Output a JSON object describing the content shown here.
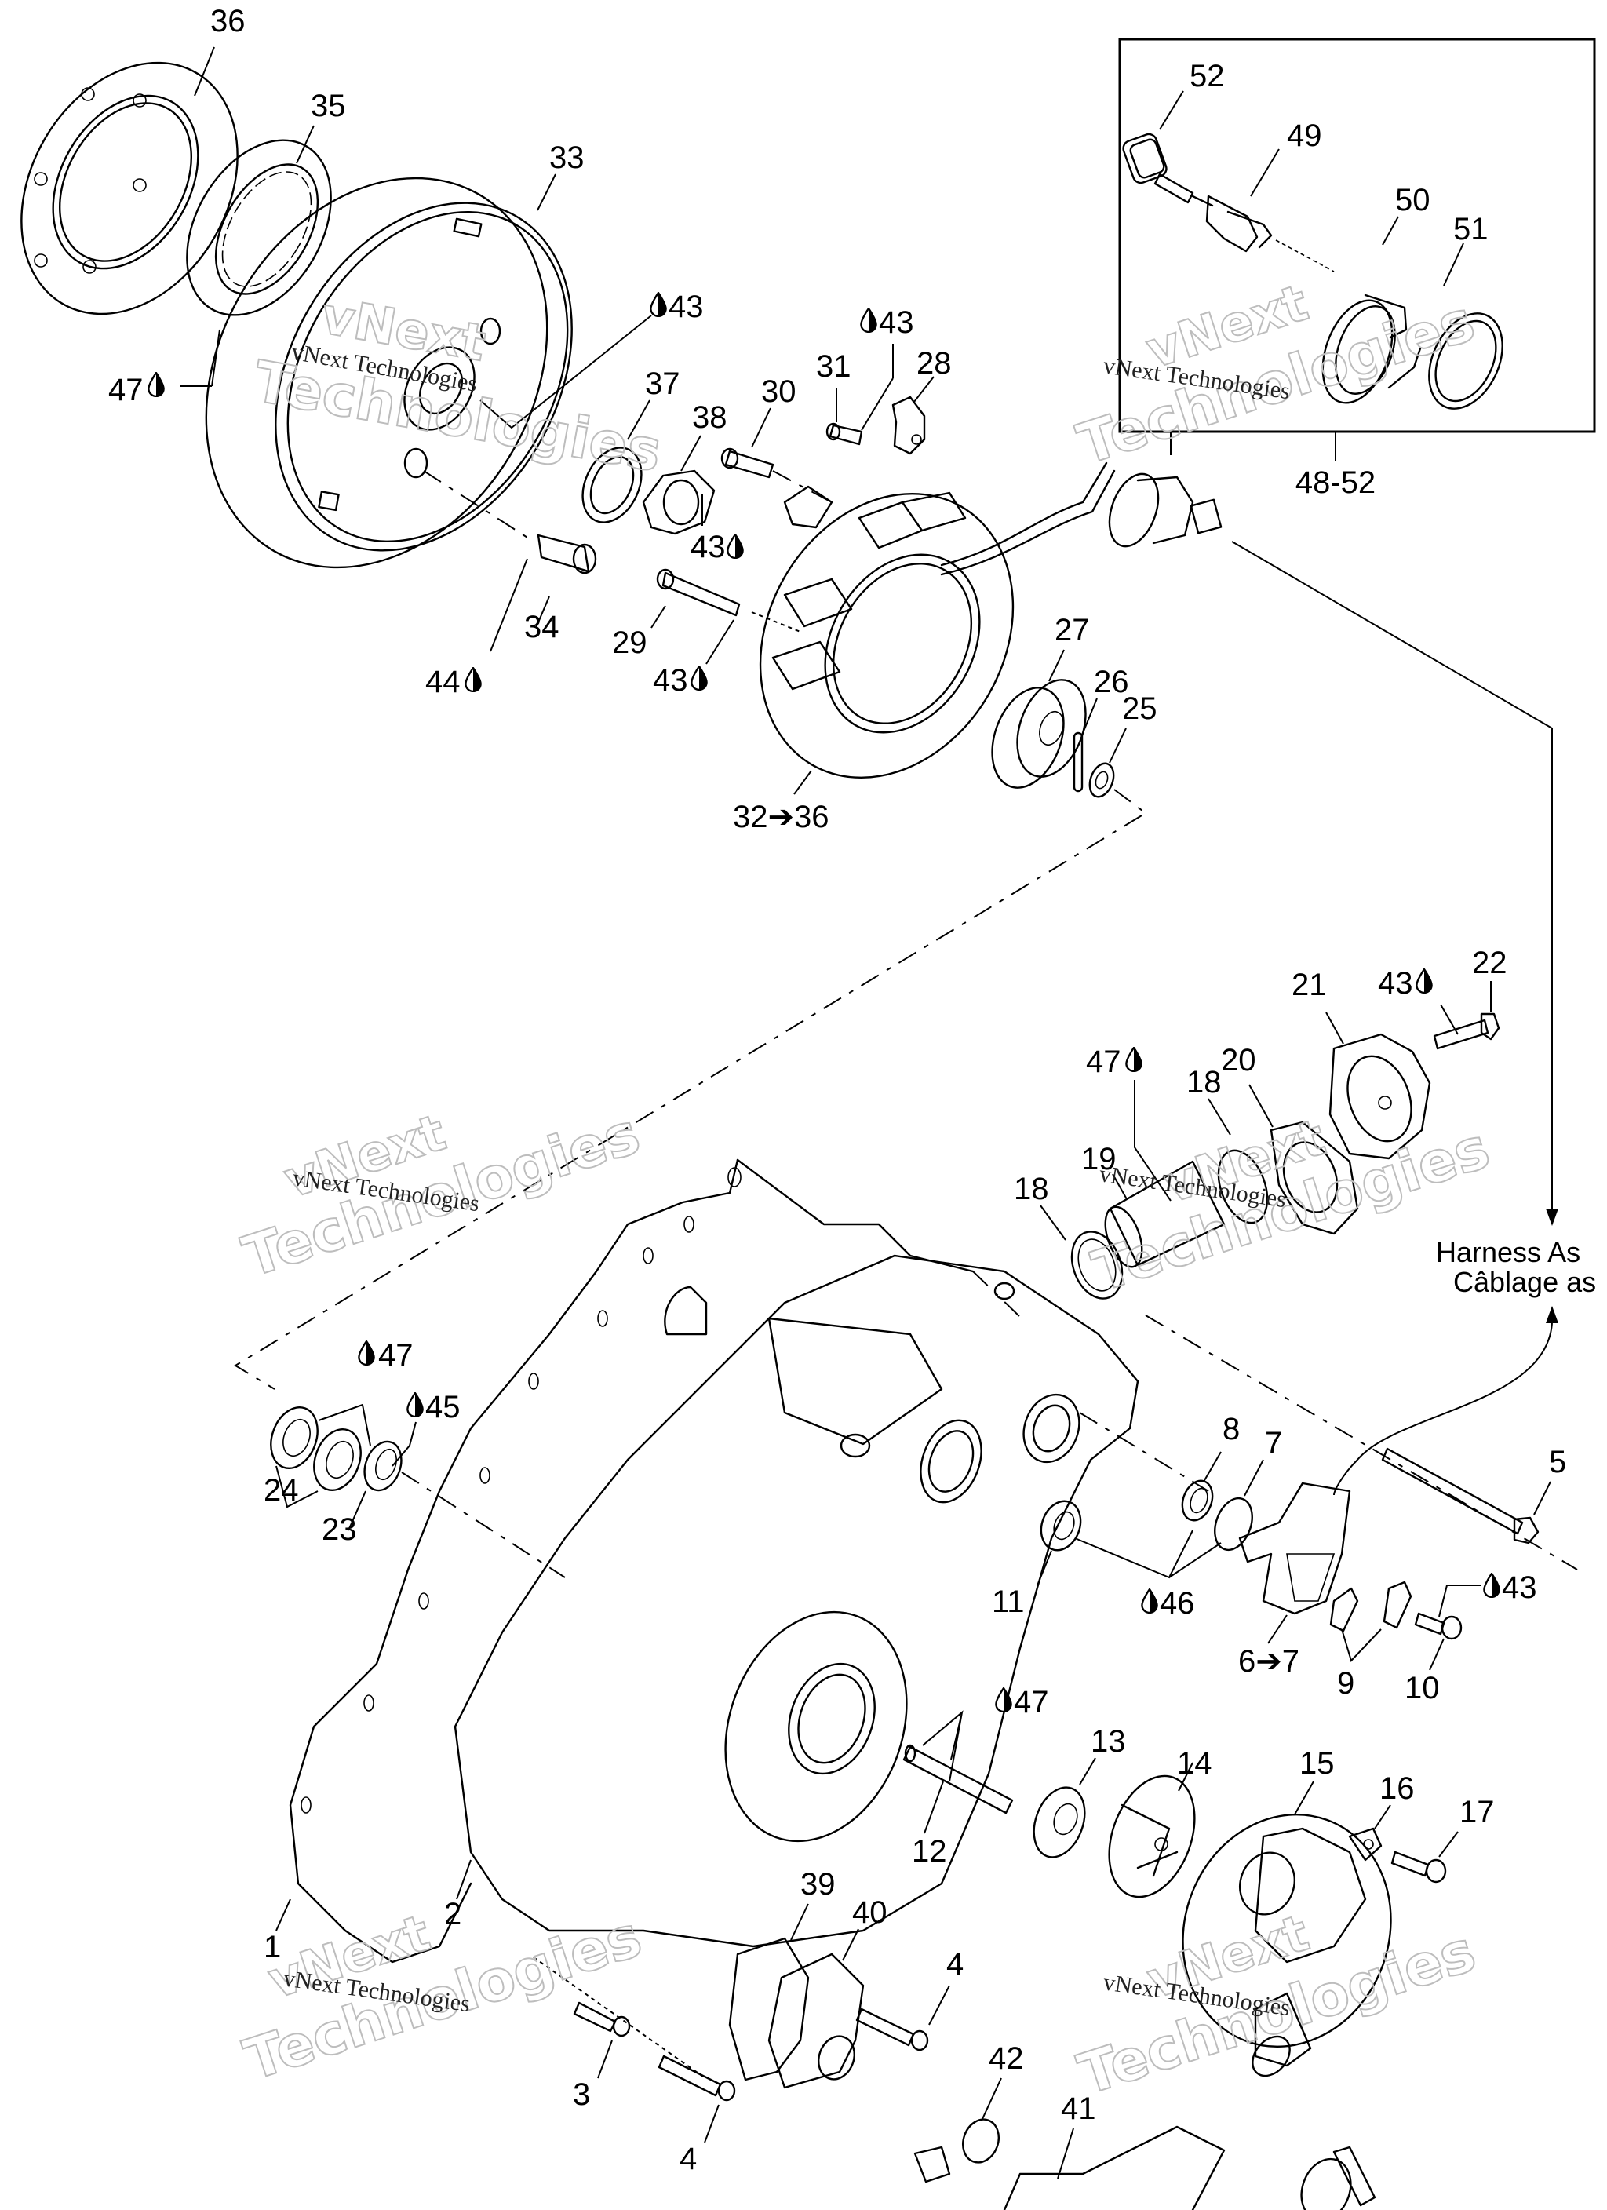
{
  "diagram": {
    "type": "exploded-parts-diagram",
    "subject": "Magneto / stator cover and water pump",
    "watermark": {
      "serif_text": "vNext Technologies",
      "outline_line1": "vNext",
      "outline_line2": "Technologies"
    },
    "callout_box": {
      "group_label": "48-52"
    },
    "harness_note": {
      "line1": "Harness As",
      "line2": "Câblage as"
    },
    "lubricant_icon": "oil-drop-icon",
    "labels": {
      "p1": "1",
      "p2": "2",
      "p3": "3",
      "p4a": "4",
      "p4b": "4",
      "p5": "5",
      "p6_7": "6➔7",
      "p7": "7",
      "p8": "8",
      "p9": "9",
      "p10": "10",
      "p11": "11",
      "p12": "12",
      "p13": "13",
      "p14": "14",
      "p15": "15",
      "p16": "16",
      "p17": "17",
      "p18a": "18",
      "p18b": "18",
      "p19": "19",
      "p20": "20",
      "p21": "21",
      "p22": "22",
      "p23": "23",
      "p24": "24",
      "p25": "25",
      "p26": "26",
      "p27": "27",
      "p28": "28",
      "p29": "29",
      "p30": "30",
      "p31": "31",
      "p32_36": "32➔36",
      "p33": "33",
      "p34": "34",
      "p35": "35",
      "p36": "36",
      "p37": "37",
      "p38": "38",
      "p39": "39",
      "p40": "40",
      "p41": "41",
      "p42": "42",
      "p49": "49",
      "p50": "50",
      "p51": "51",
      "p52": "52"
    },
    "lube_labels": {
      "l47_flywheel": "47",
      "l43_flywheel": "43",
      "l43_bracket": "43",
      "l43_screw30": "43",
      "l43_bolt29": "43",
      "l44": "44",
      "l43_cover22": "43",
      "l47_sleeve": "47",
      "l47_bearings": "47",
      "l45": "45",
      "l46": "46",
      "l43_bolt10": "43",
      "l47_shaft": "47"
    }
  }
}
